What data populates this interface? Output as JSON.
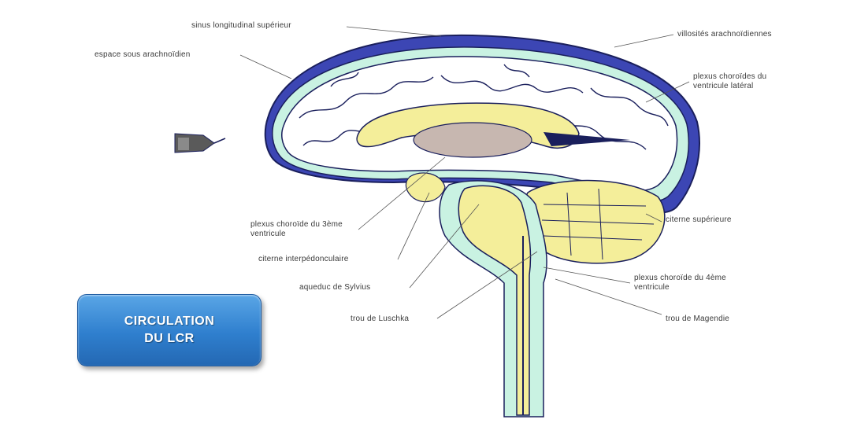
{
  "title": {
    "line1": "CIRCULATION",
    "line2": "DU LCR"
  },
  "labels": {
    "sinus_sagittal_superieur": "sinus longitudinal supérieur",
    "espace_sous_arachnoidien": "espace sous arachnoïdien",
    "villosites_arachnoidiennes": "villosités arachnoïdiennes",
    "plexus_choroide_3v": "plexus choroïde du 3ème ventricule",
    "plexus_choroide_vl": "plexus choroïdes du ventricule latéral",
    "citerne_interpedonculaire": "citerne interpédonculaire",
    "aqueduc_sylvius": "aqueduc de Sylvius",
    "trou_luschka": "trou de Luschka",
    "citerne_superieure": "citerne supérieure",
    "plexus_choroide_4v": "plexus choroïde du 4ème ventricule",
    "trou_magendie": "trou de Magendie"
  },
  "colors": {
    "dura": "#3c46b4",
    "csf": "#c9f2e2",
    "brain": "#ffffff",
    "ventricle": "#f4ee9a",
    "outline": "#1a1f5c",
    "badge": "#2f7fce"
  },
  "icons": {
    "eye": "eye-icon"
  }
}
